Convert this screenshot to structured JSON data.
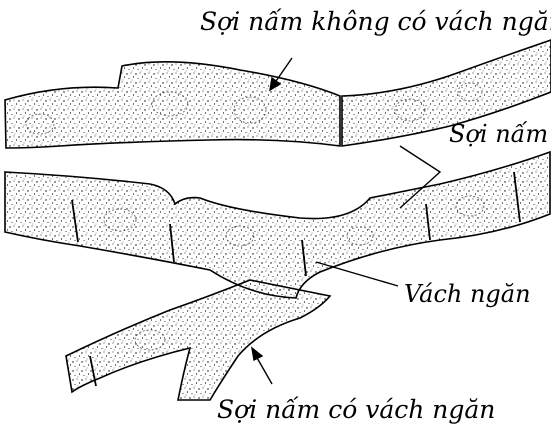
{
  "labels": {
    "aseptate": "Sợi nấm không có vách ngăn",
    "hypha": "Sợi nấm",
    "septum": "Vách ngăn",
    "septate": "Sợi nấm có vách ngăn"
  },
  "colors": {
    "ink": "#000000",
    "background": "#ffffff"
  }
}
